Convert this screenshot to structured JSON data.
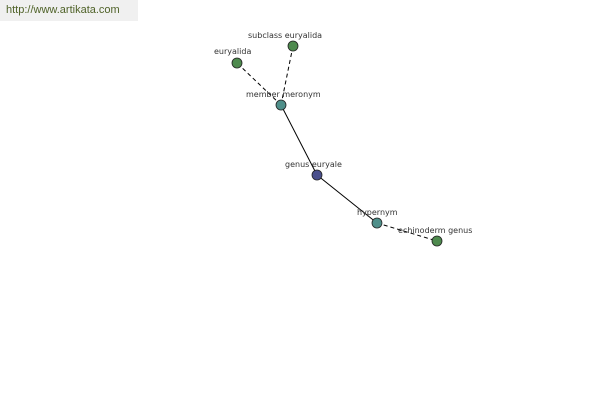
{
  "watermark": "http://www.artikata.com",
  "colors": {
    "center": "#4a4f8c",
    "relation": "#4f8f8a",
    "leaf": "#4e8a4e"
  },
  "nodes": [
    {
      "id": "genus-euryale",
      "label": "genus euryale",
      "kind": "center"
    },
    {
      "id": "member-meronym",
      "label": "member meronym",
      "kind": "relation"
    },
    {
      "id": "hypernym",
      "label": "hypernym",
      "kind": "relation"
    },
    {
      "id": "euryalida",
      "label": "euryalida",
      "kind": "leaf"
    },
    {
      "id": "subclass-euryalida",
      "label": "subclass euryalida",
      "kind": "leaf"
    },
    {
      "id": "echinoderm-genus",
      "label": "echinoderm genus",
      "kind": "leaf"
    }
  ],
  "edges": [
    {
      "from": "genus-euryale",
      "to": "member-meronym",
      "style": "solid"
    },
    {
      "from": "genus-euryale",
      "to": "hypernym",
      "style": "solid"
    },
    {
      "from": "member-meronym",
      "to": "euryalida",
      "style": "dashed"
    },
    {
      "from": "member-meronym",
      "to": "subclass-euryalida",
      "style": "dashed"
    },
    {
      "from": "hypernym",
      "to": "echinoderm-genus",
      "style": "dashed"
    }
  ]
}
